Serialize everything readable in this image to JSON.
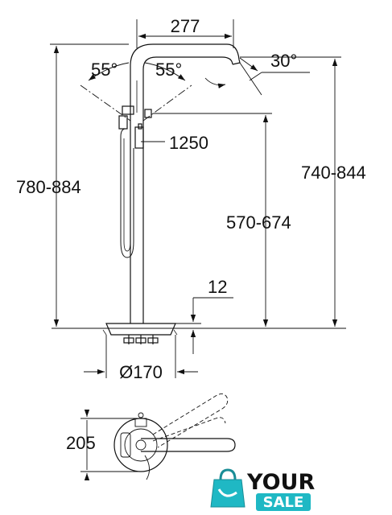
{
  "dimensions": {
    "spout_reach": "277",
    "swivel_angle_left": "55°",
    "swivel_angle_right": "55°",
    "spout_tilt_angle": "30°",
    "hose_length": "1250",
    "overall_height": "780-884",
    "spout_height": "740-844",
    "handle_height": "570-674",
    "base_thickness": "12",
    "base_diameter": "Ø170",
    "plan_depth": "205"
  },
  "logo": {
    "line1": "YOUR",
    "line2": "SALE",
    "accent_color": "#1fb8c4"
  }
}
